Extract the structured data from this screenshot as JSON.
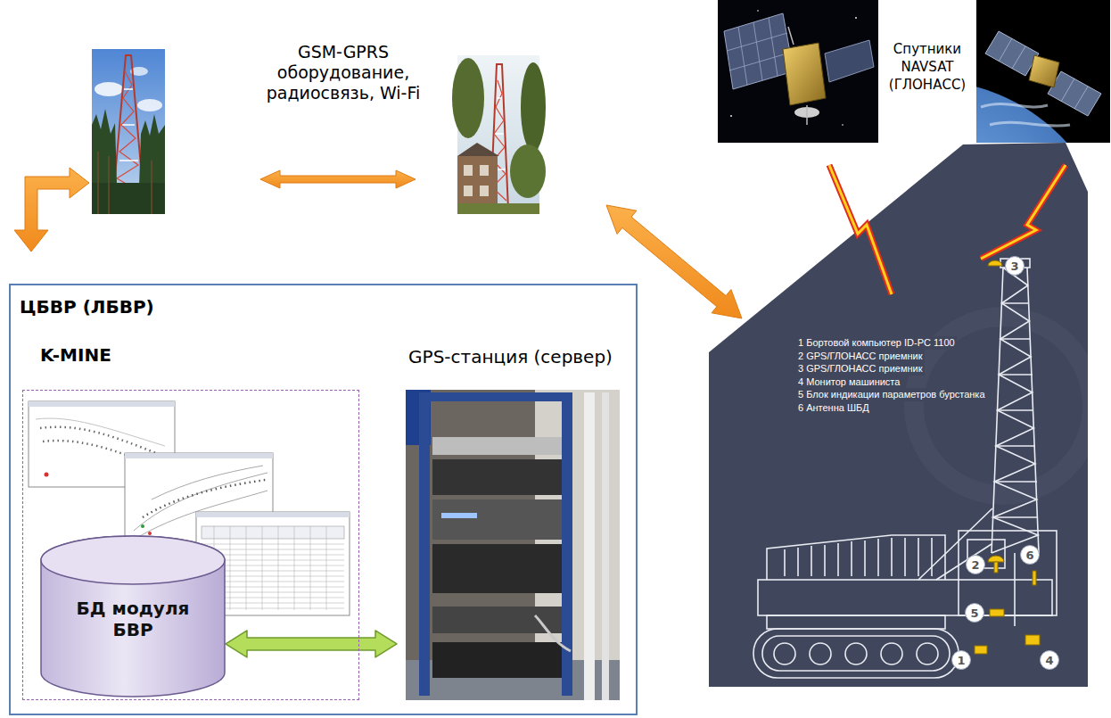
{
  "diagram": {
    "nodes": [
      {
        "text": [
          "ЦБВР (ЛБВР)"
        ]
      },
      {
        "text": [
          "K-MINE"
        ],
        "in": 0
      },
      {
        "text": [
          "БД модуля БВР"
        ],
        "in": 1
      },
      {
        "text": [
          "GPS-станция (сервер)"
        ],
        "in": 0
      },
      {
        "text": [
          "1 Бортовой компьютер ID-PC 1100",
          "2 GPS/ГЛОНАСС приемник",
          "3 GPS/ГЛОНАСС приемник",
          "4 Монитор машиниста",
          "5 Блок индикации параметров бурстанка",
          "6 Антенна ШБД"
        ]
      }
    ],
    "edges": [
      {
        "from": 2,
        "to": 3,
        "arrow": "both"
      }
    ],
    "labels": [
      "GSM-GPRS оборудование, радиосвязь, Wi-Fi",
      "Спутники NAVSAT (ГЛОНАСС)",
      "3",
      "6",
      "2",
      "5",
      "1",
      "4"
    ]
  }
}
